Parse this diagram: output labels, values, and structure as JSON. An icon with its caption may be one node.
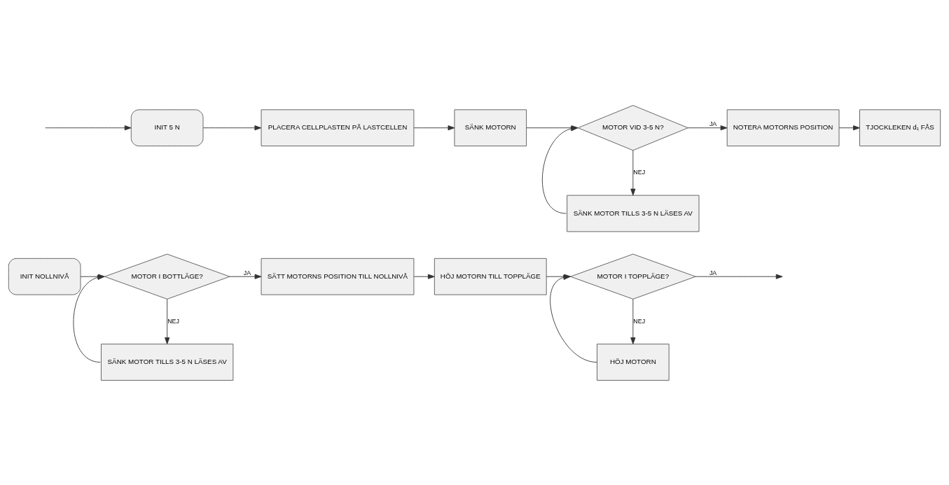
{
  "diagram": {
    "nodes": [
      {
        "text": [
          "INIT NOLLNIVÅ"
        ]
      },
      {
        "text": [
          "MOTOR I BOTTLÄGE?"
        ]
      },
      {
        "text": [
          "SÄNK MOTOR TILLS 3-5 N LÄSES AV"
        ]
      },
      {
        "text": [
          "SÄTT MOTORNS POSITION TILL NOLLNIVÅ"
        ]
      },
      {
        "text": [
          "HÖJ MOTORN TILL TOPPLÄGE"
        ]
      },
      {
        "text": [
          "MOTOR I TOPPLÄGE?"
        ]
      },
      {
        "text": [
          "HÖJ MOTORN"
        ]
      },
      {
        "text": [
          "INIT 5 N"
        ]
      },
      {
        "text": [
          "PLACERA CELLPLASTEN PÅ LASTCELLEN"
        ]
      },
      {
        "text": [
          "SÄNK MOTORN"
        ]
      },
      {
        "text": [
          "MOTOR VID 3-5 N?"
        ]
      },
      {
        "text": [
          "SÄNK MOTOR TILLS 3-5 N LÄSES AV"
        ]
      },
      {
        "text": [
          "NOTERA MOTORNS POSITION"
        ]
      },
      {
        "text": [
          "TJOCKLEKEN d₁ FÅS"
        ]
      }
    ],
    "edges": [
      {
        "from": 0,
        "to": 1,
        "arrow": "to"
      },
      {
        "from": 1,
        "to": 3,
        "arrow": "to",
        "label": "JA"
      },
      {
        "from": 1,
        "to": 2,
        "arrow": "to",
        "label": "NEJ"
      },
      {
        "from": 2,
        "to": 1,
        "arrow": "to"
      },
      {
        "from": 3,
        "to": 4,
        "arrow": "to"
      },
      {
        "from": 4,
        "to": 5,
        "arrow": "to"
      },
      {
        "from": 5,
        "to": null,
        "arrow": "to",
        "label": "JA"
      },
      {
        "from": 5,
        "to": 6,
        "arrow": "to",
        "label": "NEJ"
      },
      {
        "from": 6,
        "to": 5,
        "arrow": "to"
      },
      {
        "from": null,
        "to": 7,
        "arrow": "to"
      },
      {
        "from": 7,
        "to": 8,
        "arrow": "to"
      },
      {
        "from": 8,
        "to": 9,
        "arrow": "to"
      },
      {
        "from": 9,
        "to": 10,
        "arrow": "to"
      },
      {
        "from": 10,
        "to": 12,
        "arrow": "to",
        "label": "JA"
      },
      {
        "from": 10,
        "to": 11,
        "arrow": "to",
        "label": "NEJ"
      },
      {
        "from": 11,
        "to": 10,
        "arrow": "to"
      },
      {
        "from": 12,
        "to": 13,
        "arrow": "to"
      }
    ]
  }
}
